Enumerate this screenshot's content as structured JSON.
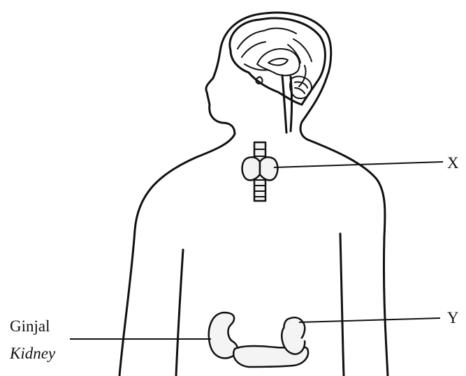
{
  "labels": {
    "x": "X",
    "y": "Y",
    "kidney_malay": "Ginjal",
    "kidney_english": "Kidney"
  }
}
